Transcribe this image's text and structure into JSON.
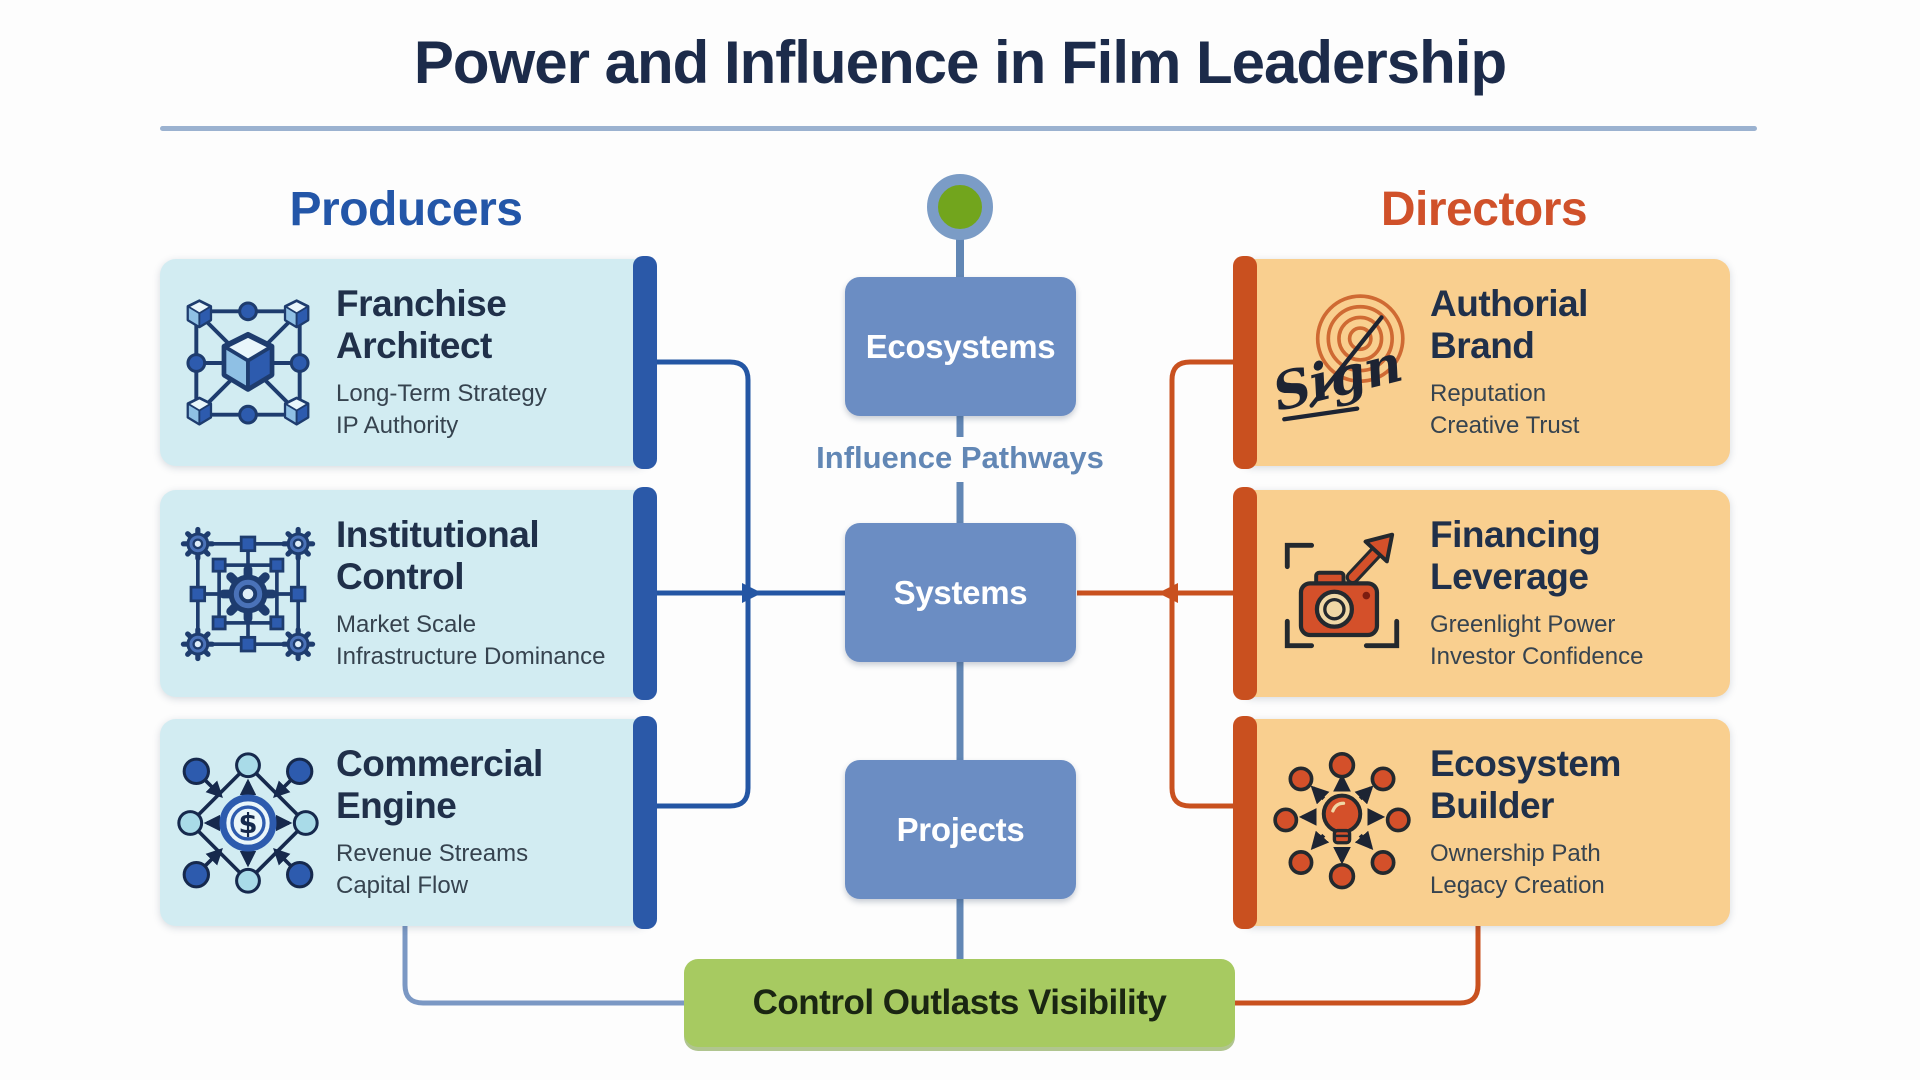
{
  "title": "Power and Influence in Film Leadership",
  "columns": {
    "producers": {
      "label": "Producers",
      "accent_color": "#2b59a8",
      "card_bg": "#d2ecf2",
      "cards": [
        {
          "title": "Franchise Architect",
          "subs": [
            "Long-Term Strategy",
            "IP Authority"
          ],
          "icon": "cube-network-icon"
        },
        {
          "title": "Institutional Control",
          "subs": [
            "Market Scale",
            "Infrastructure Dominance"
          ],
          "icon": "gear-grid-icon"
        },
        {
          "title": "Commercial Engine",
          "subs": [
            "Revenue Streams",
            "Capital Flow"
          ],
          "icon": "dollar-network-icon"
        }
      ]
    },
    "directors": {
      "label": "Directors",
      "accent_color": "#c9501f",
      "card_bg": "#f9cf8f",
      "cards": [
        {
          "title": "Authorial Brand",
          "subs": [
            "Reputation",
            "Creative Trust"
          ],
          "icon": "signature-icon"
        },
        {
          "title": "Financing Leverage",
          "subs": [
            "Greenlight Power",
            "Investor Confidence"
          ],
          "icon": "camera-growth-icon"
        },
        {
          "title": "Ecosystem Builder",
          "subs": [
            "Ownership Path",
            "Legacy Creation"
          ],
          "icon": "idea-network-icon"
        }
      ]
    }
  },
  "center": {
    "pathway_label": "Influence Pathways",
    "nodes": [
      {
        "label": "Ecosystems"
      },
      {
        "label": "Systems"
      },
      {
        "label": "Projects"
      }
    ],
    "node_bg": "#6b8dc3",
    "line_color": "#6287b5",
    "start_dot": {
      "ring_color": "#7b9cc6",
      "fill_color": "#72a51d"
    }
  },
  "footer": {
    "label": "Control Outlasts Visibility",
    "bg": "#a7ca61"
  }
}
